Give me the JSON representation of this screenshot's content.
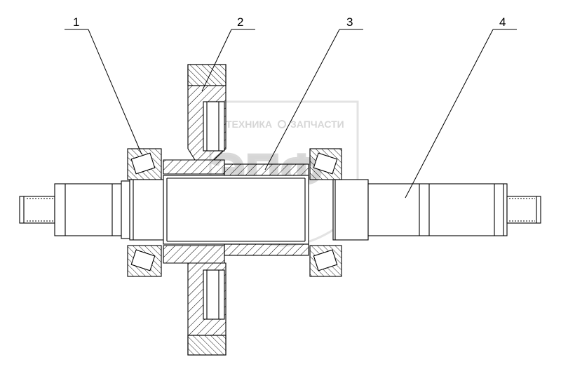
{
  "diagram": {
    "callouts": [
      {
        "id": "1",
        "label": "1"
      },
      {
        "id": "2",
        "label": "2"
      },
      {
        "id": "3",
        "label": "3"
      },
      {
        "id": "4",
        "label": "4"
      }
    ]
  },
  "watermark": {
    "brand": "ЭПФ",
    "tagline_left": "ТЕХНИКА",
    "tagline_right": "ЗАПЧАСТИ"
  },
  "colors": {
    "line": "#000000",
    "watermark": "#d6d6d6",
    "background": "#ffffff"
  }
}
